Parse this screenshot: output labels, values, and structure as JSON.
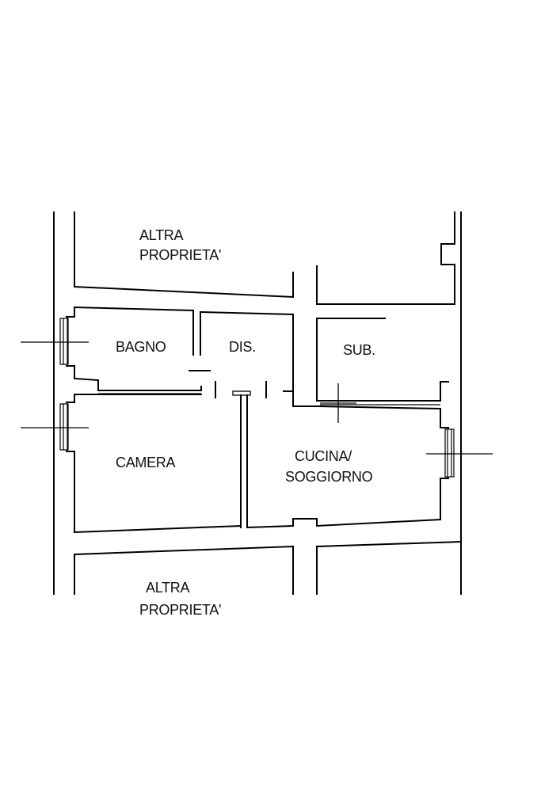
{
  "labels": {
    "top_neighbor_line1": "ALTRA",
    "top_neighbor_line2": "PROPRIETA'",
    "bathroom": "BAGNO",
    "hallway": "DIS.",
    "sub": "SUB.",
    "bedroom": "CAMERA",
    "kitchen_line1": "CUCINA/",
    "kitchen_line2": "SOGGIORNO",
    "bottom_neighbor_line1": "ALTRA",
    "bottom_neighbor_line2": "PROPRIETA'"
  }
}
